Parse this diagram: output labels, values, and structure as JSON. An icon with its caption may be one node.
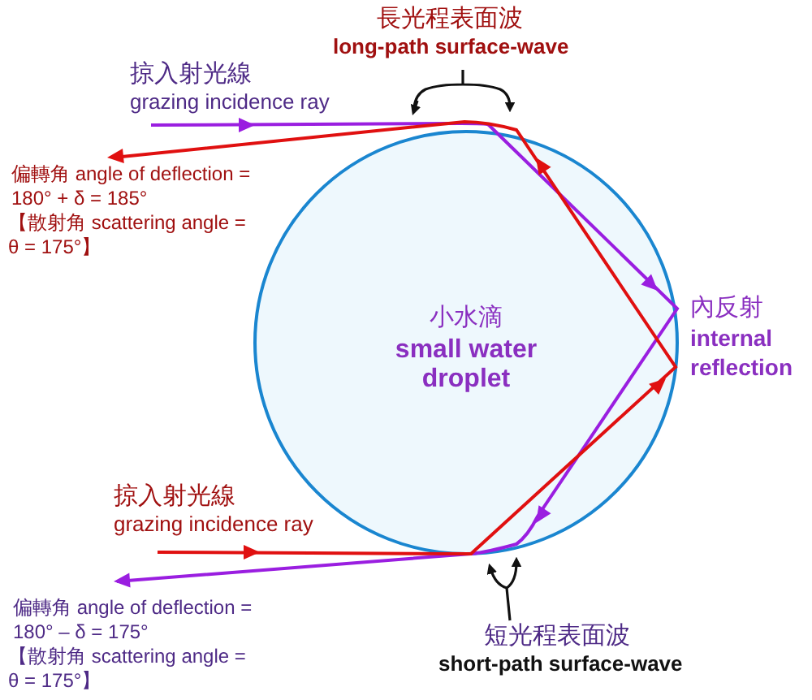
{
  "diagram": {
    "nodes": [
      {
        "text": [
          "小水滴",
          "small water droplet"
        ]
      }
    ],
    "labels": [
      "長光程表面波",
      "long-path surface-wave",
      "掠入射光線",
      "grazing incidence ray",
      "偏轉角 angle of deflection = 180° + δ = 185°",
      "【散射角 scattering angle = θ = 175°】",
      "內反射",
      "internal reflection",
      "掠入射光線",
      "grazing incidence ray",
      "偏轉角 angle of deflection = 180° – δ = 175°",
      "【散射角 scattering angle = θ = 175°】",
      "短光程表面波",
      "short-path surface-wave"
    ]
  }
}
